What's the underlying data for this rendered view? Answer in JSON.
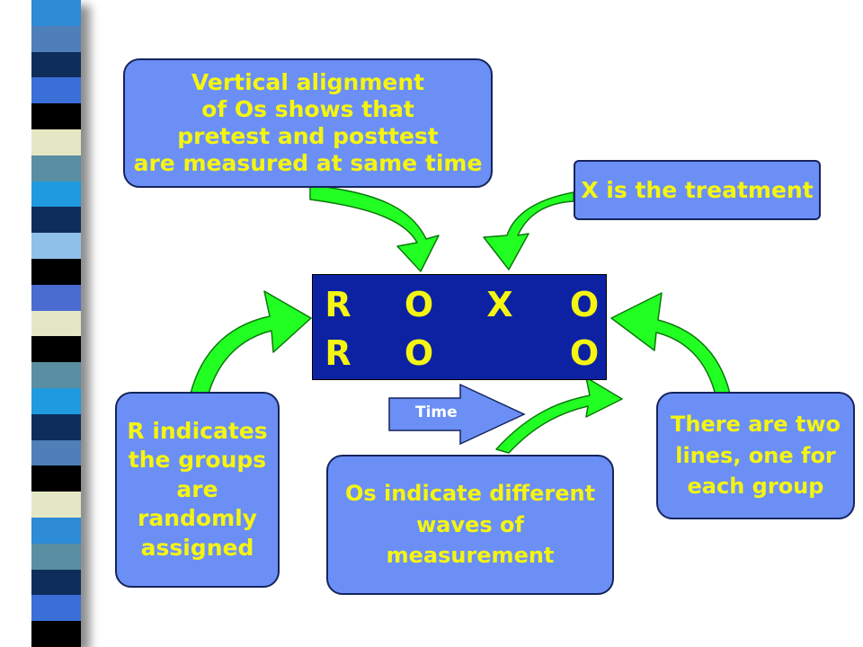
{
  "colors": {
    "callout_fill": "#6b8ff5",
    "callout_text": "#f5f511",
    "panel_fill": "#0d22a3",
    "panel_text": "#f5f511",
    "arrow_green": "#22ff22",
    "time_arrow_fill": "#6b8ff5",
    "time_text": "#ffffff",
    "stripes": [
      "#2e8bd6",
      "#4f7fb8",
      "#0f2d5a",
      "#3a6fd8",
      "#000000",
      "#e4e7c4",
      "#5a8ea3",
      "#1f9ae0",
      "#0f2d5a",
      "#8fc0e8",
      "#000000",
      "#4a6cd0",
      "#e4e7c4",
      "#000000",
      "#5a8ea3",
      "#1f9ae0",
      "#0f2d5a",
      "#4f7fb8",
      "#000000",
      "#e4e7c4",
      "#2e8bd6",
      "#5a8ea3",
      "#0f2d5a",
      "#3a6fd8",
      "#000000"
    ]
  },
  "callouts": {
    "vertical": {
      "lines": [
        "Vertical alignment",
        "of Os shows that",
        "pretest and posttest",
        "are measured at same time"
      ]
    },
    "treatment": {
      "lines": [
        "X is the treatment"
      ]
    },
    "random": {
      "lines": [
        "R indicates",
        "the groups",
        "are",
        "randomly",
        "assigned"
      ]
    },
    "waves": {
      "lines": [
        "Os indicate different",
        "waves of",
        "measurement"
      ]
    },
    "lines": {
      "lines": [
        "There are two",
        "lines, one for",
        "each group"
      ]
    }
  },
  "design": {
    "row1": [
      "R",
      "O",
      "X",
      "O"
    ],
    "row2": [
      "R",
      "O",
      "",
      "O"
    ]
  },
  "time_label": "Time",
  "icons": {
    "arrows": [
      "curved-arrow-icon",
      "arrow-right-icon"
    ]
  }
}
